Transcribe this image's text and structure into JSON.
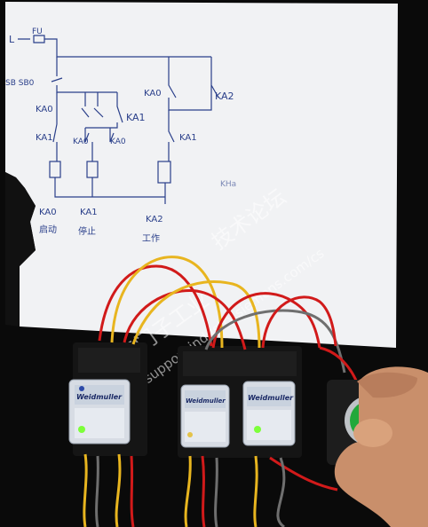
{
  "schematic": {
    "labels": {
      "l": "L",
      "fu": "FU",
      "sb": "SB SB0",
      "ka0_top": "KA0",
      "ka2_top": "KA2",
      "ka0_left": "KA0",
      "ka1_right": "KA1",
      "ka1_left": "KA1",
      "ka0_mid": "KA0",
      "ka0_mid2": "KA0",
      "ka1_mid": "KA1",
      "kha": "KHa",
      "coil_ka0": "KA0",
      "coil_ka1": "KA1",
      "coil_ka2": "KA2",
      "note_start": "启动",
      "note_stop": "停止",
      "note_work": "工作"
    }
  },
  "watermark": {
    "line1": "西门子工业",
    "line2": "技术论坛",
    "url": "support.industry.siemens.com/cs"
  },
  "relays": {
    "brand": "Weidmuller"
  },
  "colors": {
    "paper": "#f2f3f5",
    "background": "#0a0a0a",
    "wire_red": "#d11a1a",
    "wire_yellow": "#e8b51f",
    "wire_gray": "#6f6f6f",
    "button_green": "#22a83a",
    "relay_case": "#d7dce4",
    "led_green": "#7dff3a"
  }
}
